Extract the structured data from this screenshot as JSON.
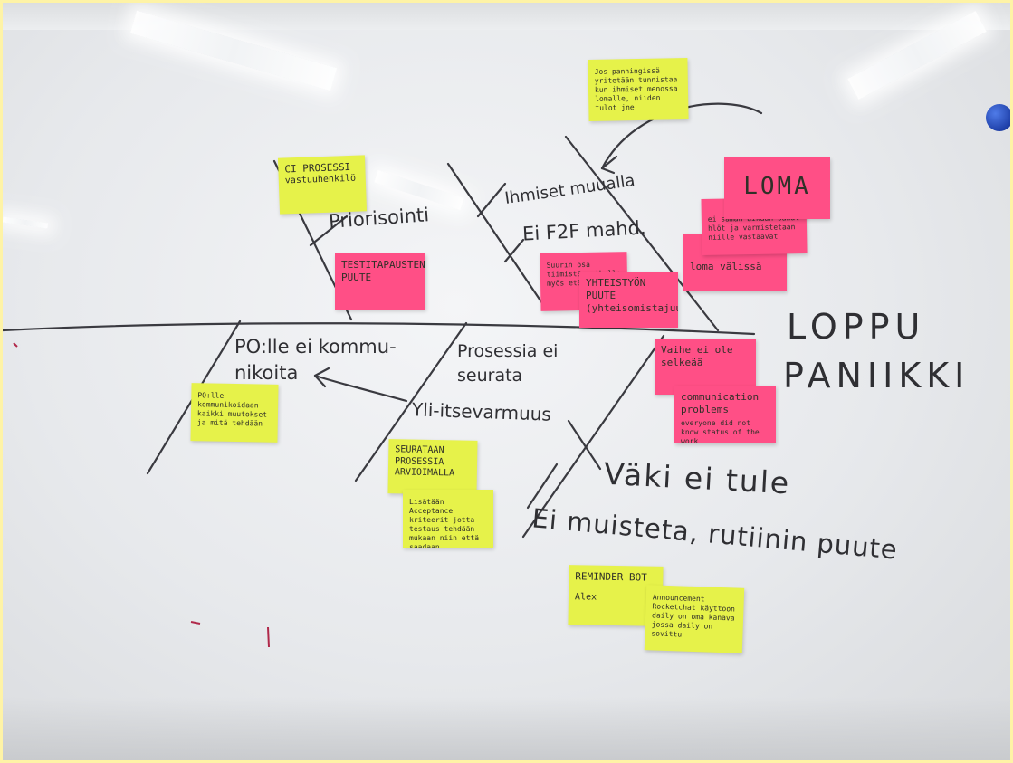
{
  "whiteboard": {
    "handwriting": {
      "effect_top": "LOPPU",
      "effect_bottom": "PANIIKKI",
      "priorisointi": "Priorisointi",
      "ihmiset_muualla": "Ihmiset muualla",
      "ei_f2f": "Ei F2F mahd.",
      "po_ei_kommunikoita": "PO:lle ei kommu-nikoita",
      "prosessia_ei_seurata": "Prosessia ei seurata",
      "yli_itsevarmuus": "Yli-itsevarmuus",
      "vaki_ei_tule": "Väki ei tule",
      "ei_muisteta": "Ei muisteta, rutiinin puute"
    },
    "notes": {
      "top_comment": "Jos panningissä yritetään tunnistaa kun ihmiset menossa lomalle, niiden tulot jne",
      "ci_prosessi_title": "CI PROSESSI",
      "ci_prosessi_sub": "vastuuhenkilö",
      "testi": "TESTITAPAUSTEN PUUTE",
      "loma_big": "LOMA",
      "loma_small": "ei saman aikaan samat hlöt ja varmistetaan niille vastaavat",
      "loma_valissa": "loma välissä",
      "f2f_note": "Suurin osa tiimistä paikalla myös etänä",
      "yhteistyon_puute": "YHTEISTYÖN PUUTE (yhteisomistajuus)",
      "vaihe_title": "Vaihe ei ole selkeää",
      "communication_title": "communication problems",
      "communication_sub": "everyone did not know status of the work",
      "po_note": "PO:lle kommunikoidaan kaikki muutokset ja mitä tehdään",
      "seurataan_title": "SEURATAAN PROSESSIA ARVIOIMALLA",
      "lisataan_note": "Lisätään Acceptance kriteerit jotta testaus tehdään mukaan niin että saadaan sovelluksesta",
      "reminder_title": "REMINDER BOT",
      "reminder_sub": "Alex",
      "announcement": "Announcement Rocketchat käyttöön daily on oma kanava jossa daily on sovittu"
    }
  }
}
